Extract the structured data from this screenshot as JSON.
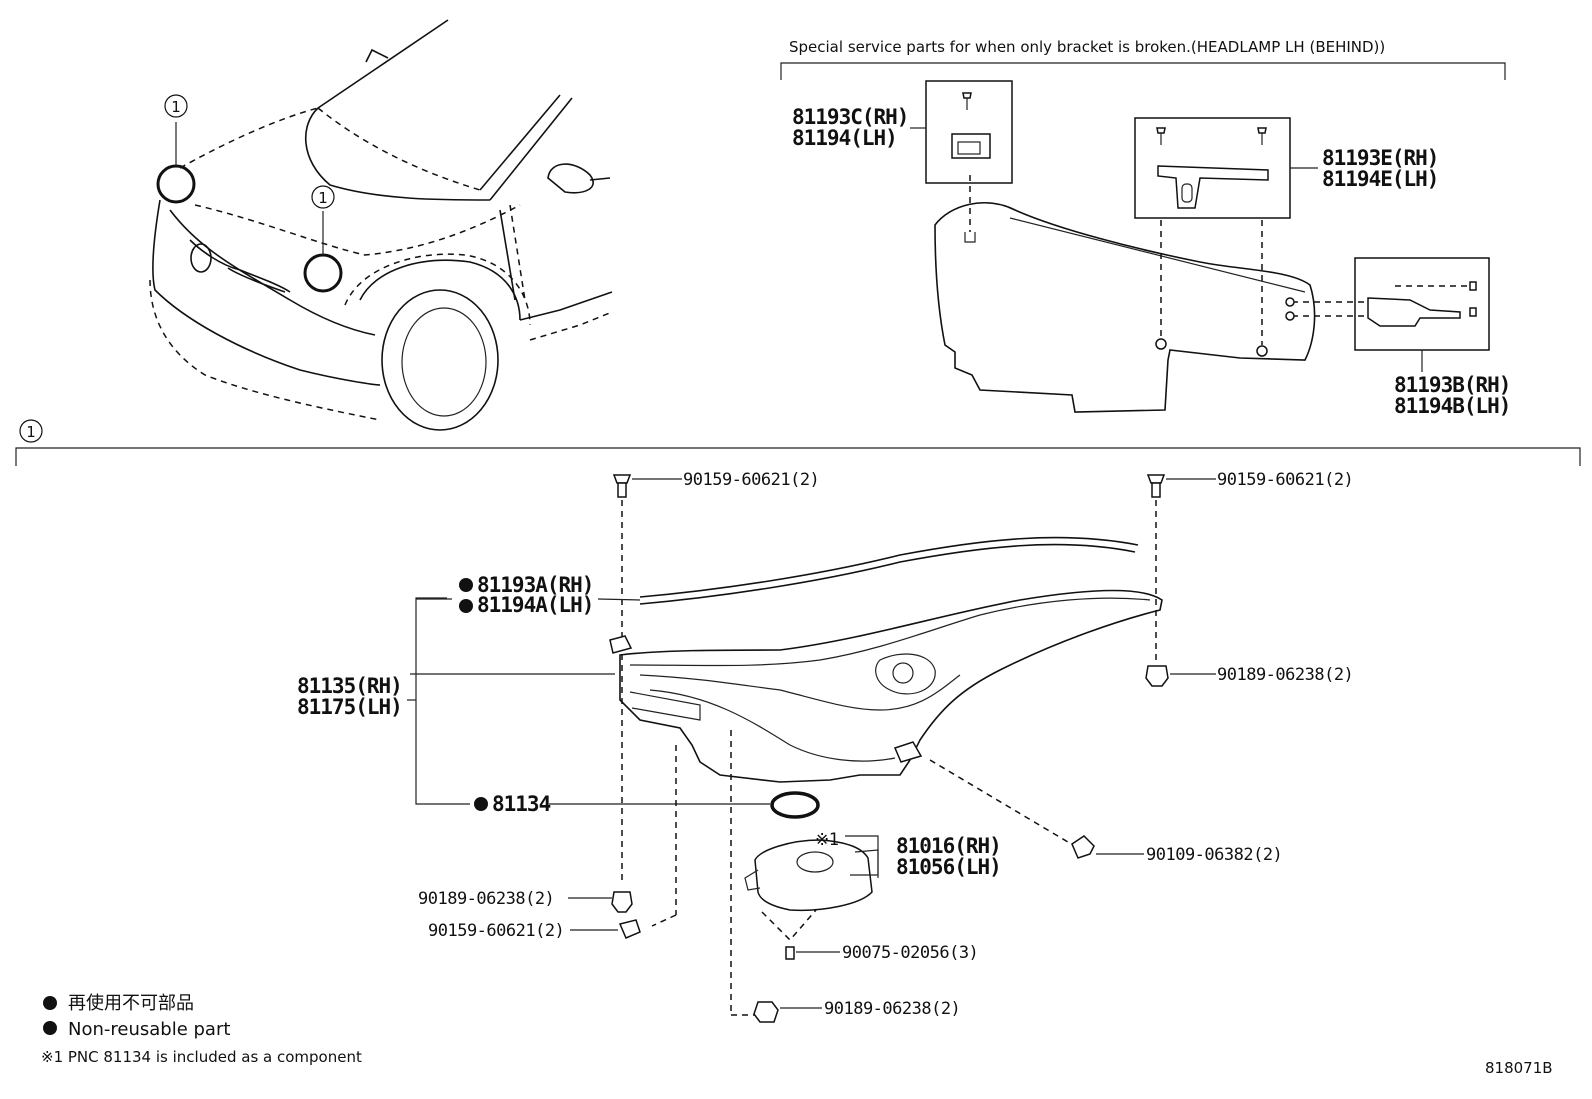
{
  "header": {
    "special_note": "Special service parts for when only bracket is broken.(HEADLAMP LH (BEHIND))"
  },
  "callouts": {
    "ref": "1"
  },
  "labels": {
    "p81193C": "81193C(RH)",
    "p81194": "81194(LH)",
    "p81193E": "81193E(RH)",
    "p81194E": "81194E(LH)",
    "p81193B": "81193B(RH)",
    "p81194B": "81194B(LH)",
    "p81193A": "81193A(RH)",
    "p81194A": "81194A(LH)",
    "p81135": "81135(RH)",
    "p81175": "81175(LH)",
    "p81134": "81134",
    "p81016": "81016(RH)",
    "p81056": "81056(LH)",
    "ref_mark": "※1",
    "b90159_tl": "90159-60621(2)",
    "b90159_tr": "90159-60621(2)",
    "b90189_r": "90189-06238(2)",
    "b90109": "90109-06382(2)",
    "b90189_l": "90189-06238(2)",
    "b90159_l": "90159-60621(2)",
    "b90075": "90075-02056(3)",
    "b90189_b": "90189-06238(2)"
  },
  "legend": {
    "jp": "再使用不可部品",
    "en": "Non-reusable part",
    "note1": "※1 PNC 81134 is included as a component"
  },
  "footer": {
    "code": "818071B"
  }
}
